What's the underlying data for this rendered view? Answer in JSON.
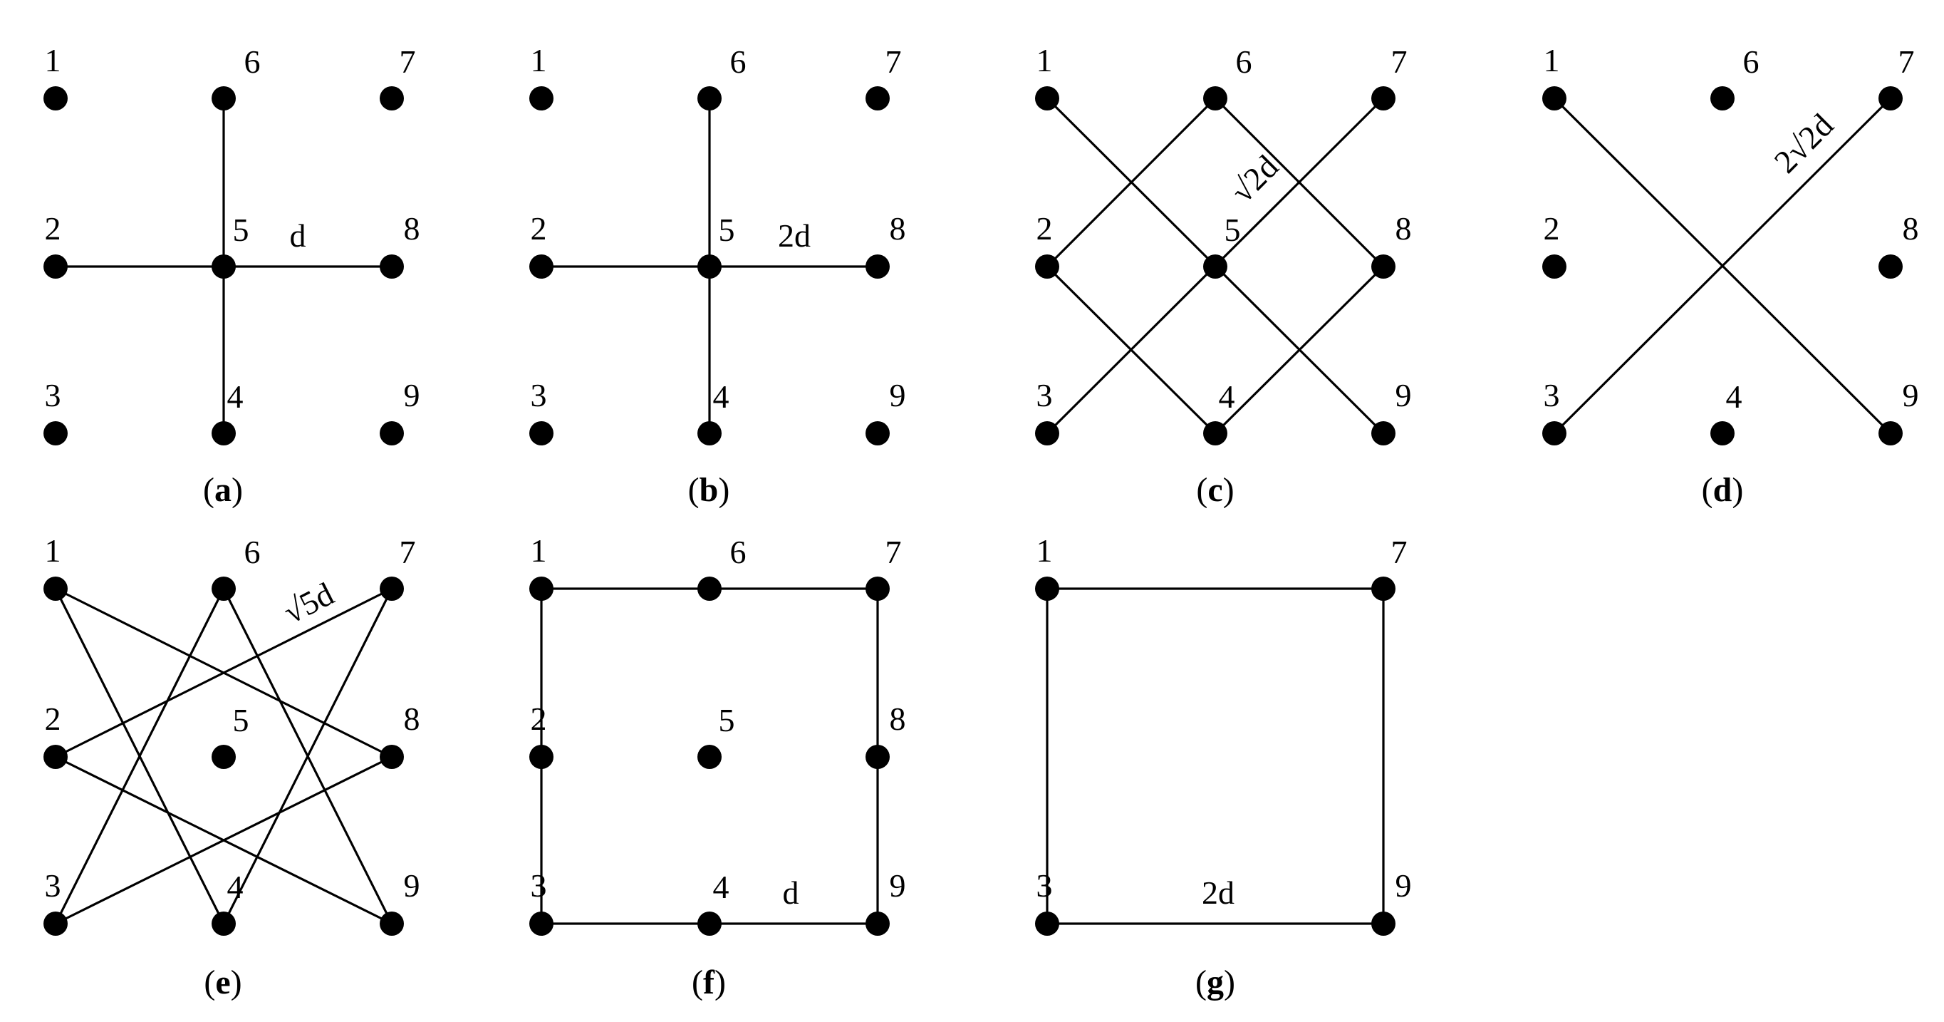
{
  "panels": [
    {
      "id": "a",
      "label": "a",
      "nodes": [
        "1",
        "2",
        "3",
        "4",
        "5",
        "6",
        "7",
        "8",
        "9"
      ],
      "edges": [
        [
          "2",
          "8"
        ],
        [
          "6",
          "4"
        ]
      ],
      "edge_label": {
        "text": "d",
        "rotate": false
      }
    },
    {
      "id": "b",
      "label": "b",
      "nodes": [
        "1",
        "2",
        "3",
        "4",
        "5",
        "6",
        "7",
        "8",
        "9"
      ],
      "edges": [
        [
          "2",
          "8"
        ],
        [
          "6",
          "4"
        ]
      ],
      "edge_label": {
        "text": "2d",
        "rotate": false
      }
    },
    {
      "id": "c",
      "label": "c",
      "nodes": [
        "1",
        "2",
        "3",
        "4",
        "5",
        "6",
        "7",
        "8",
        "9"
      ],
      "edges": [
        [
          "1",
          "9"
        ],
        [
          "3",
          "7"
        ],
        [
          "2",
          "6"
        ],
        [
          "6",
          "8"
        ],
        [
          "8",
          "4"
        ],
        [
          "4",
          "2"
        ]
      ],
      "edge_label": {
        "text": "√2d",
        "rotate": true
      }
    },
    {
      "id": "d",
      "label": "d",
      "nodes": [
        "1",
        "2",
        "3",
        "4",
        "6",
        "7",
        "8",
        "9"
      ],
      "edges": [
        [
          "1",
          "9"
        ],
        [
          "3",
          "7"
        ]
      ],
      "edge_label": {
        "text": "2√2d",
        "rotate": true
      }
    },
    {
      "id": "e",
      "label": "e",
      "nodes": [
        "1",
        "2",
        "3",
        "4",
        "5",
        "6",
        "7",
        "8",
        "9"
      ],
      "edges": [
        [
          "1",
          "4"
        ],
        [
          "1",
          "8"
        ],
        [
          "6",
          "3"
        ],
        [
          "6",
          "9"
        ],
        [
          "7",
          "2"
        ],
        [
          "7",
          "4"
        ],
        [
          "2",
          "9"
        ],
        [
          "3",
          "8"
        ]
      ],
      "edge_label": {
        "text": "√5d",
        "rotate": true
      }
    },
    {
      "id": "f",
      "label": "f",
      "nodes": [
        "1",
        "2",
        "3",
        "4",
        "5",
        "6",
        "7",
        "8",
        "9"
      ],
      "edges": [
        [
          "1",
          "7"
        ],
        [
          "7",
          "9"
        ],
        [
          "9",
          "3"
        ],
        [
          "3",
          "1"
        ]
      ],
      "edge_label": {
        "text": "d",
        "rotate": false
      }
    },
    {
      "id": "g",
      "label": "g",
      "nodes": [
        "1",
        "3",
        "7",
        "9"
      ],
      "edges": [
        [
          "1",
          "7"
        ],
        [
          "7",
          "9"
        ],
        [
          "9",
          "3"
        ],
        [
          "3",
          "1"
        ]
      ],
      "edge_label": {
        "text": "2d",
        "rotate": false
      }
    }
  ]
}
